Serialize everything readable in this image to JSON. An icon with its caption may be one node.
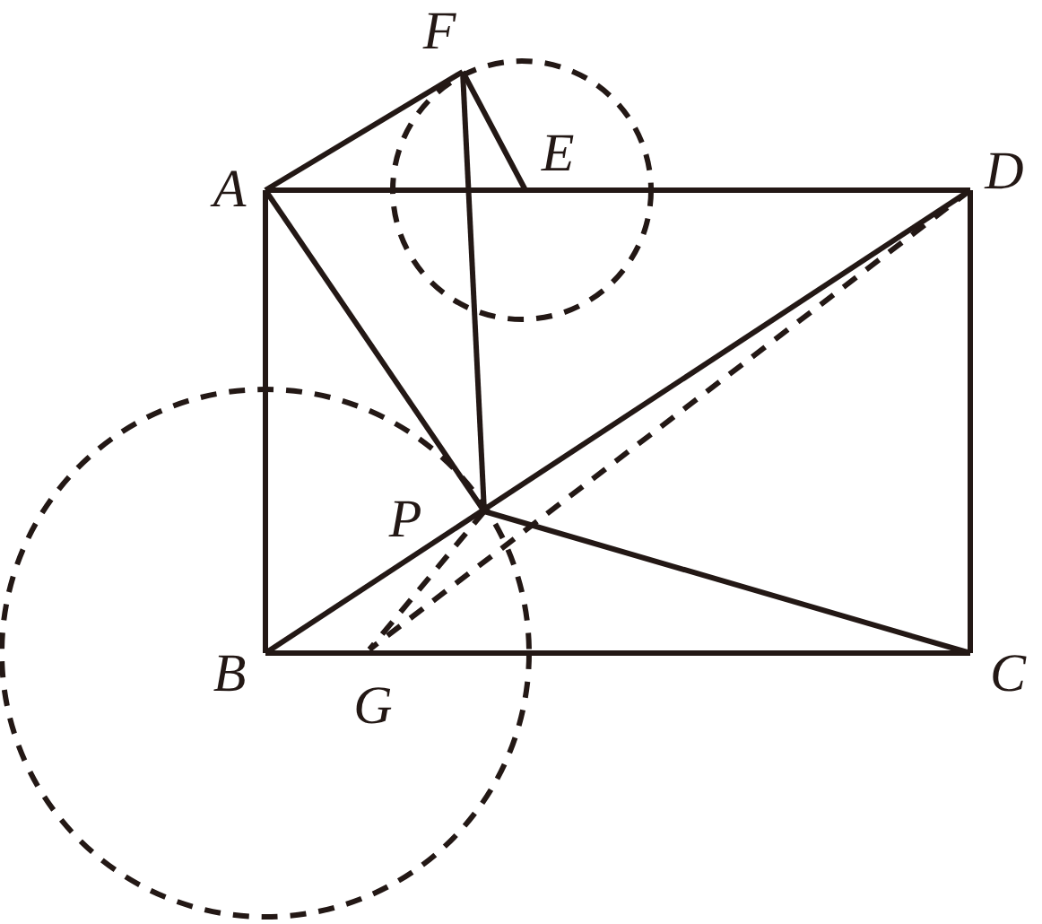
{
  "diagram": {
    "nodes": [
      {
        "text": [
          "F"
        ]
      },
      {
        "text": [
          "E"
        ]
      },
      {
        "text": [
          "A"
        ]
      },
      {
        "text": [
          "D"
        ]
      },
      {
        "text": [
          "P"
        ]
      },
      {
        "text": [
          "B"
        ]
      },
      {
        "text": [
          "G"
        ]
      },
      {
        "text": [
          "C"
        ]
      }
    ],
    "edges": [
      {
        "from": 2,
        "to": 0,
        "arrow": "none"
      },
      {
        "from": 0,
        "to": 1,
        "arrow": "none"
      },
      {
        "from": 0,
        "to": 4,
        "arrow": "none"
      },
      {
        "from": 2,
        "to": 3,
        "arrow": "none"
      },
      {
        "from": 2,
        "to": 5,
        "arrow": "none"
      },
      {
        "from": 5,
        "to": 7,
        "arrow": "none"
      },
      {
        "from": 3,
        "to": 7,
        "arrow": "none"
      },
      {
        "from": 2,
        "to": 4,
        "arrow": "none"
      },
      {
        "from": 5,
        "to": 3,
        "arrow": "none"
      },
      {
        "from": 4,
        "to": 7,
        "arrow": "none"
      },
      {
        "from": 3,
        "to": 6,
        "arrow": "none",
        "style": "dashed"
      },
      {
        "from": 4,
        "to": 6,
        "arrow": "none",
        "style": "dashed"
      }
    ]
  }
}
